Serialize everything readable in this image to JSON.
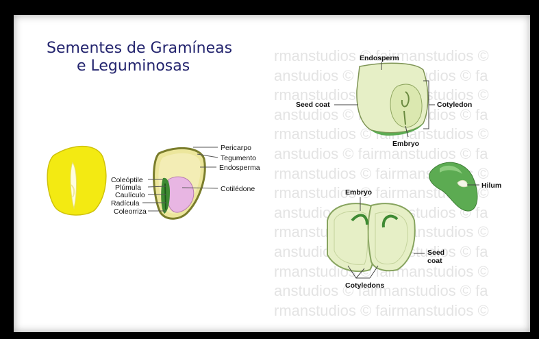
{
  "title": {
    "line1": "Sementes de Gramíneas",
    "line2": "e Leguminosas"
  },
  "watermark": {
    "lines": [
      "rmanstudios © fairmanstudios ©",
      "anstudios © fairmanstudios © fa",
      "rmanstudios © fairmanstudios ©",
      "anstudios © fairmanstudios © fa",
      "rmanstudios © fairmanstudios ©",
      "anstudios © fairmanstudios © fa",
      "rmanstudios © fairmanstudios ©",
      "rmanstudios © fairmanstudios ©",
      "anstudios © fairmanstudios © fa",
      "rmanstudios © fairmanstudios ©",
      "anstudios © fairmanstudios © fa",
      "rmanstudios © fairmanstudios ©",
      "anstudios © fairmanstudios © fa",
      "rmanstudios © fairmanstudios ©"
    ]
  },
  "grass_seed": {
    "labels": {
      "pericarpo": "Pericarpo",
      "tegumento": "Tegumento",
      "endosperma": "Endosperma",
      "cotiledone": "Cotilédone",
      "coleoptile": "Coleóptile",
      "plumula": "Plúmula",
      "cauliculo": "Caulículo",
      "radicula": "Radícula",
      "coleorriza": "Coleorriza"
    }
  },
  "legume_seed": {
    "labels": {
      "endosperm": "Endosperm",
      "seed_coat": "Seed coat",
      "cotyledon": "Cotyledon",
      "embryo": "Embryo",
      "hilum": "Hilum",
      "embryo2": "Embryo",
      "seed_coat2_line1": "Seed",
      "seed_coat2_line2": "coat",
      "cotyledons": "Cotyledons"
    }
  },
  "colors": {
    "corn_yellow": "#f3ea12",
    "seed_green": "#e6efc6",
    "bean_green": "#5cab52",
    "embryo_green": "#3e8a33",
    "cotyledon_pink": "#e8b6e3",
    "title_navy": "#23246e"
  }
}
